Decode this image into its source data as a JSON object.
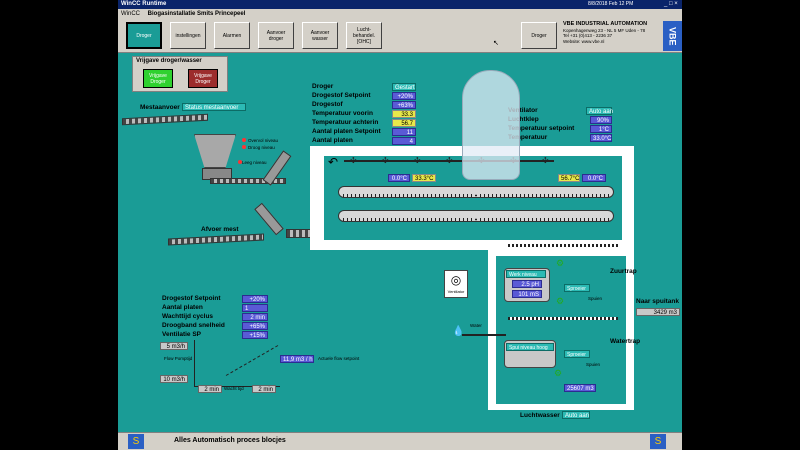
{
  "window": {
    "title": "WinCC Runtime",
    "menu": [
      "WinCC",
      "Biogasinstallatie Smits Princepeel"
    ],
    "datetime": "8/8/2018 Feb 12 PM"
  },
  "toolbar": {
    "buttons": [
      {
        "label": "Droger"
      },
      {
        "label": "instellingen"
      },
      {
        "label": "Alarmen"
      },
      {
        "label": "Aanvoer droger"
      },
      {
        "label": "Aanvoer wasser"
      },
      {
        "label": "Lucht-behandel. [OHC]"
      },
      {
        "label": "Droger"
      }
    ],
    "company": {
      "name": "VBE INDUSTRIAL AUTOMATION",
      "lines": [
        "Kopenhagenweg 23 - NL 5 MF Uden - 78",
        "Tel +31 (0)413 - 2236 37",
        "Website: www.vbe.nl"
      ]
    },
    "logo": "VBE"
  },
  "vrijgave": {
    "title": "Vrijgave droger/wasser",
    "btn_droger": "Vrijgave Droger",
    "btn_wasser": "Vrijgave Droger"
  },
  "mestaanvoer": {
    "label": "Mestaanvoer",
    "status": "Status mestaanvoer"
  },
  "hopper": {
    "overvol": "Overvol niveau",
    "droog": "Droog niveau",
    "leeg": "Leeg niveau"
  },
  "afvoer": {
    "label": "Afvoer mest"
  },
  "droger_info": {
    "rows": [
      {
        "label": "Droger",
        "value": "Gestart"
      },
      {
        "label": "Drogestof Setpoint",
        "value": "+20%"
      },
      {
        "label": "Drogestof",
        "value": "+63%"
      },
      {
        "label": "Temperatuur voorin",
        "value": "33.3"
      },
      {
        "label": "Temperatuur achterin",
        "value": "56.7"
      },
      {
        "label": "Aantal platen Setpoint",
        "value": "11"
      },
      {
        "label": "Aantal platen",
        "value": "4"
      }
    ]
  },
  "right_info": {
    "rows": [
      {
        "label": "Ventilator",
        "value": "Auto aan"
      },
      {
        "label": "Luchtklep",
        "value": "90%"
      },
      {
        "label": "Temperatuur setpoint",
        "value": "1°C"
      },
      {
        "label": "Temperatuur",
        "value": "33.0°C"
      }
    ]
  },
  "dryer": {
    "temp_left1": "0.0°C",
    "temp_left2": "33.3°C",
    "temp_right1": "56.7°C",
    "temp_right2": "0.0°C"
  },
  "scrubber": {
    "zuurtrap": "Zuurtrap",
    "watertrap": "Watertrap",
    "spuitank": "Naar spuitank",
    "spuitank_value": "3429 m3",
    "tank1_title": "Werk niveau",
    "tank1_ph": "2.5 pH",
    "tank1_level": "101 mS",
    "tank2_title": "Spui niveau hoog",
    "sproeier1": "Sproeier",
    "sproeier2": "Sproeier",
    "spuien1": "Spuien",
    "spuien2": "Spuien",
    "flow_value": "25607 m3",
    "water": "Water",
    "luchtwasser_label": "Luchtwasser",
    "luchtwasser_value": "Auto aan",
    "ventilator": "Ventilator"
  },
  "settings": {
    "rows": [
      {
        "label": "Drogestof Setpoint",
        "value": "+20%"
      },
      {
        "label": "Aantal platen",
        "value": "1"
      },
      {
        "label": "Wachttijd cyclus",
        "value": "2 min"
      },
      {
        "label": "Droogband snelheid",
        "value": "+65%"
      },
      {
        "label": "Ventilatie SP",
        "value": "+15%"
      }
    ]
  },
  "graph": {
    "top_val": "5 m3/h",
    "bottom_val": "10 m3/h",
    "flow_label": "Flow Pomptijd",
    "wait_val": "2 min",
    "wait_label": "Wacht tijd",
    "run_val": "2 min",
    "actual_val": "11,9 m3 / h",
    "actual_label": "Actuele flow setpoint"
  },
  "status": {
    "text": "Alles Automatisch proces blocjes"
  },
  "colors": {
    "background": "#1a9c96",
    "value_box": "#5a5ad6",
    "highlight": "#e8e84a"
  }
}
